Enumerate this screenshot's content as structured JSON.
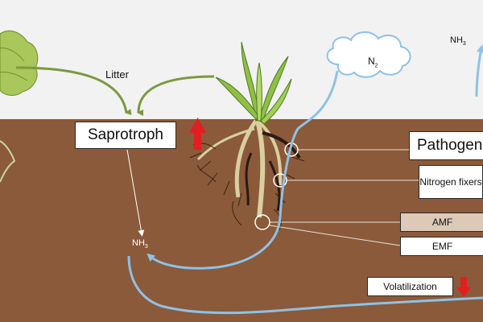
{
  "labels": {
    "litter": "Litter",
    "saprotroph": "Saprotroph",
    "pathogen": "Pathogen",
    "nitrogen_fixers": "Nitrogen fixers",
    "amf": "AMF",
    "emf": "EMF",
    "volatilization": "Volatilization",
    "nh3_base": "NH",
    "nh3_sub": "3",
    "n2_base": "N",
    "n2_sub": "2"
  },
  "colors": {
    "sky": "#f2f2f2",
    "soil": "#8a5a3a",
    "litter_arrow": "#7a9a3e",
    "nitrogen_flow": "#8fc1e6",
    "increase_arrow": "#e02020",
    "decrease_arrow": "#e02020",
    "leaf_green": "#8fc045",
    "root": "#d9cfa0",
    "amf_box_fill": "#dcc9b8"
  },
  "icons": [
    "cloud-icon",
    "plant-icon",
    "leaf-litter-icon",
    "red-up-arrow-icon",
    "red-down-arrow-icon"
  ]
}
